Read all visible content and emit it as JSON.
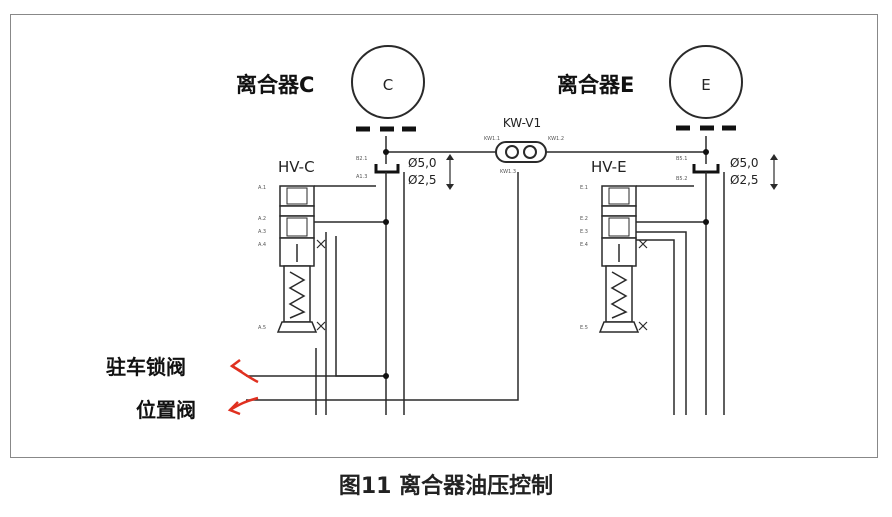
{
  "clutch_c": {
    "label": "离合器C",
    "letter": "C"
  },
  "clutch_e": {
    "label": "离合器E",
    "letter": "E"
  },
  "shuttle_valve": {
    "label": "KW-V1"
  },
  "valve_c": {
    "label": "HV-C",
    "d1": "Ø5,0",
    "d2": "Ø2,5"
  },
  "valve_e": {
    "label": "HV-E",
    "d1": "Ø5,0",
    "d2": "Ø2,5"
  },
  "annotations": {
    "parking_lock_valve": "驻车锁阀",
    "position_valve": "位置阀"
  },
  "colors": {
    "line": "#2a2a2a",
    "arrow": "#e03020"
  },
  "caption": "图11 离合器油压控制"
}
